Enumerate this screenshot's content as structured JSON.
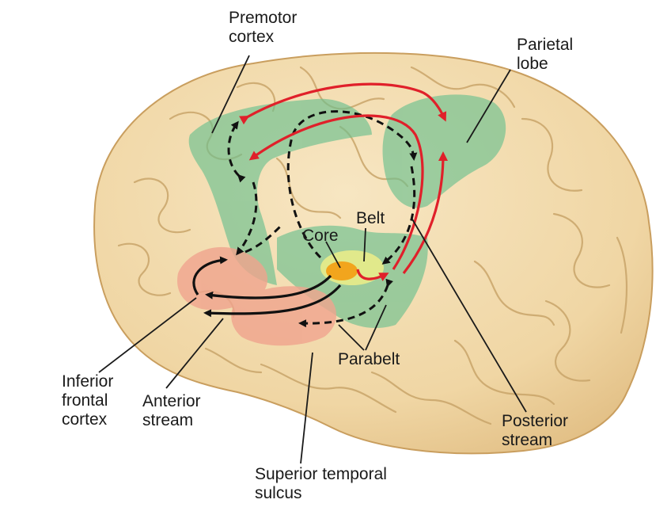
{
  "labels": {
    "premotor": [
      "Premotor",
      "cortex"
    ],
    "parietal": [
      "Parietal",
      "lobe"
    ],
    "belt": "Belt",
    "core": "Core",
    "parabelt": "Parabelt",
    "inferior_frontal": [
      "Inferior",
      "frontal",
      "cortex"
    ],
    "anterior_stream": [
      "Anterior",
      "stream"
    ],
    "posterior_stream": [
      "Posterior",
      "stream"
    ],
    "sts": [
      "Superior temporal",
      "sulcus"
    ]
  },
  "colors": {
    "brain": "#f3dcae",
    "brain_shadow": "#dfbf86",
    "gyrus_line": "#c9a56a",
    "green_region": "#6cc08f",
    "red_region": "#f0a48e",
    "core": "#f2a51d",
    "belt": "#e9ec8a",
    "red_arrow": "#e0202a",
    "black_arrow": "#111111"
  }
}
